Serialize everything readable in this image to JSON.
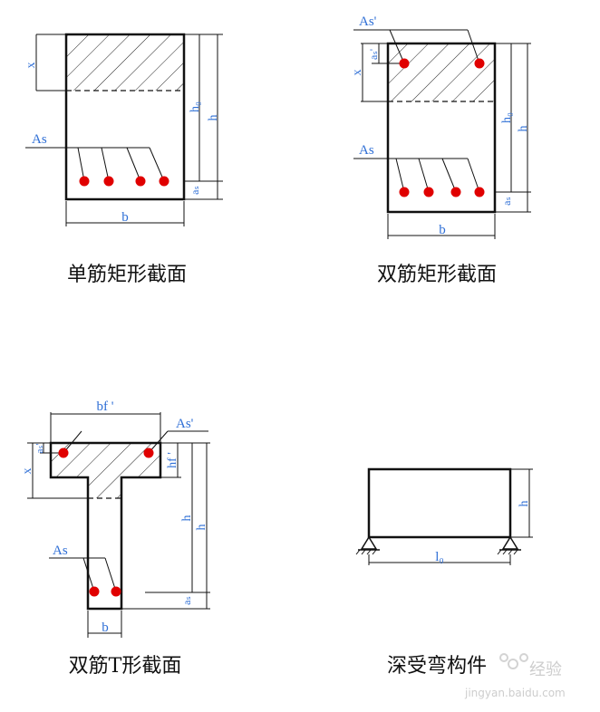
{
  "colors": {
    "label": "#2f6fd6",
    "line": "#111111",
    "rebar": "#e00000"
  },
  "diagrams": [
    {
      "caption": "单筋矩形截面",
      "labels": {
        "x": "x",
        "as_label": "As",
        "h0": "h₀",
        "h": "h",
        "as_cover": "aₛ",
        "b": "b"
      }
    },
    {
      "caption": "双筋矩形截面",
      "labels": {
        "as_top": "As'",
        "as_cover_top": "aₛ'",
        "x": "x",
        "h0": "h₀",
        "h": "h",
        "as_label": "As",
        "as_cover": "aₛ",
        "b": "b"
      }
    },
    {
      "caption": "双筋T形截面",
      "labels": {
        "bf": "bf '",
        "as_top": "As'",
        "as_cover_top": "aₛ'",
        "x": "x",
        "hf": "hf '",
        "h0": "h",
        "h": "h",
        "as_label": "As",
        "as_cover": "aₛ",
        "b": "b"
      }
    },
    {
      "caption": "深受弯构件",
      "labels": {
        "h": "h",
        "l0": "l₀"
      }
    }
  ],
  "watermark": {
    "text": "经验",
    "url": "jingyan.baidu.com"
  }
}
